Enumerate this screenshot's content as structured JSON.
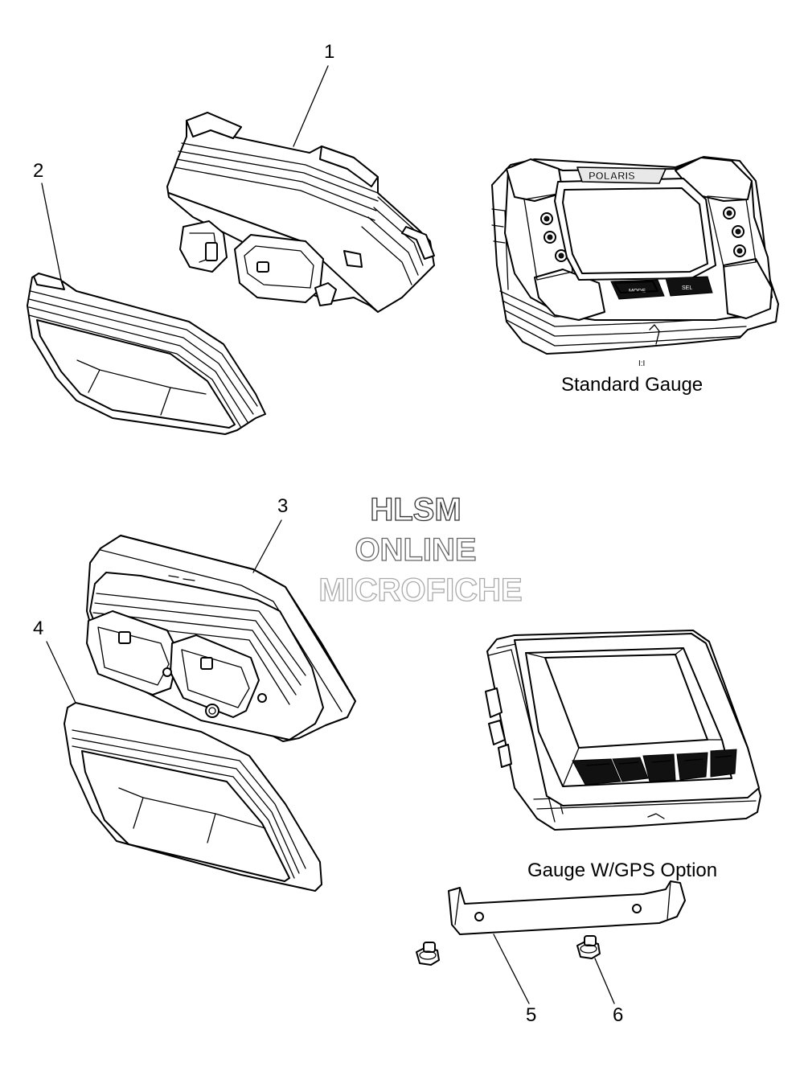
{
  "callouts": [
    {
      "id": "1",
      "label": "1"
    },
    {
      "id": "2",
      "label": "2"
    },
    {
      "id": "3",
      "label": "3"
    },
    {
      "id": "4",
      "label": "4"
    },
    {
      "id": "5",
      "label": "5"
    },
    {
      "id": "6",
      "label": "6"
    }
  ],
  "captions": {
    "standard_gauge": "Standard Gauge",
    "gps_gauge": "Gauge W/GPS Option",
    "scale_note": "I:I"
  },
  "branding": {
    "gauge_brand": "POLARIS",
    "button_left": "MODE",
    "button_right": "SEL"
  },
  "watermark": {
    "line1": "HLSM",
    "line2": "ONLINE",
    "line3": "MICROFICHE",
    "colors": [
      "#333333",
      "#666666",
      "#aaaaaa"
    ]
  },
  "colors": {
    "line": "#000000",
    "background": "#ffffff"
  }
}
